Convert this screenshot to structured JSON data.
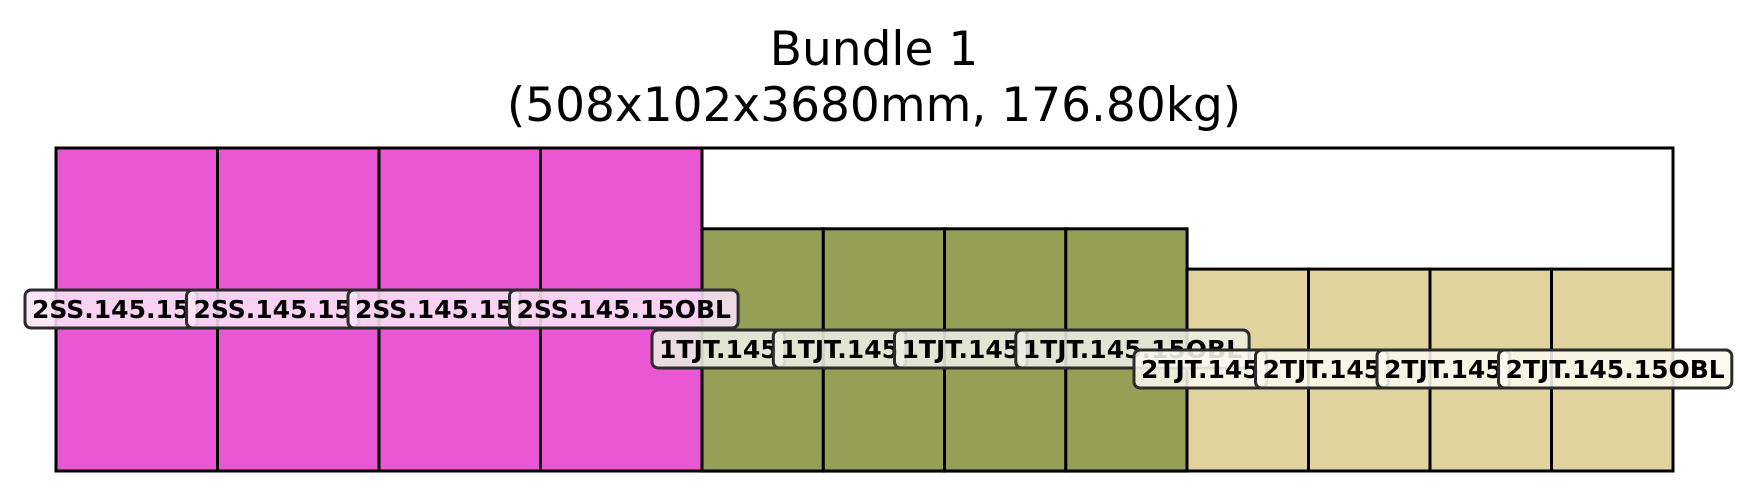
{
  "title": "Bundle 1",
  "subtitle": "(508x102x3680mm, 176.80kg)",
  "bundle": {
    "width_mm": 508,
    "height_mm": 102,
    "length_mm": 3680,
    "weight_kg": 176.8
  },
  "groups": [
    {
      "name": "2SS",
      "color": "#e957d4",
      "label_fill": "#fbe3f7",
      "count": 4,
      "height_fraction": 1.0,
      "labels": [
        "2SS.145.15",
        "2SS.145.15",
        "2SS.145.15",
        "2SS.145.15OBL"
      ]
    },
    {
      "name": "1TJT",
      "color": "#959f56",
      "label_fill": "#ecefe2",
      "count": 4,
      "height_fraction": 0.75,
      "labels": [
        "1TJT.145",
        "1TJT.145",
        "1TJT.145",
        "1TJT.145.15OBL"
      ]
    },
    {
      "name": "2TJT",
      "color": "#e0d39d",
      "label_fill": "#fbf9ef",
      "count": 4,
      "height_fraction": 0.625,
      "labels": [
        "2TJT.145",
        "2TJT.145",
        "2TJT.145",
        "2TJT.145.15OBL"
      ]
    }
  ]
}
